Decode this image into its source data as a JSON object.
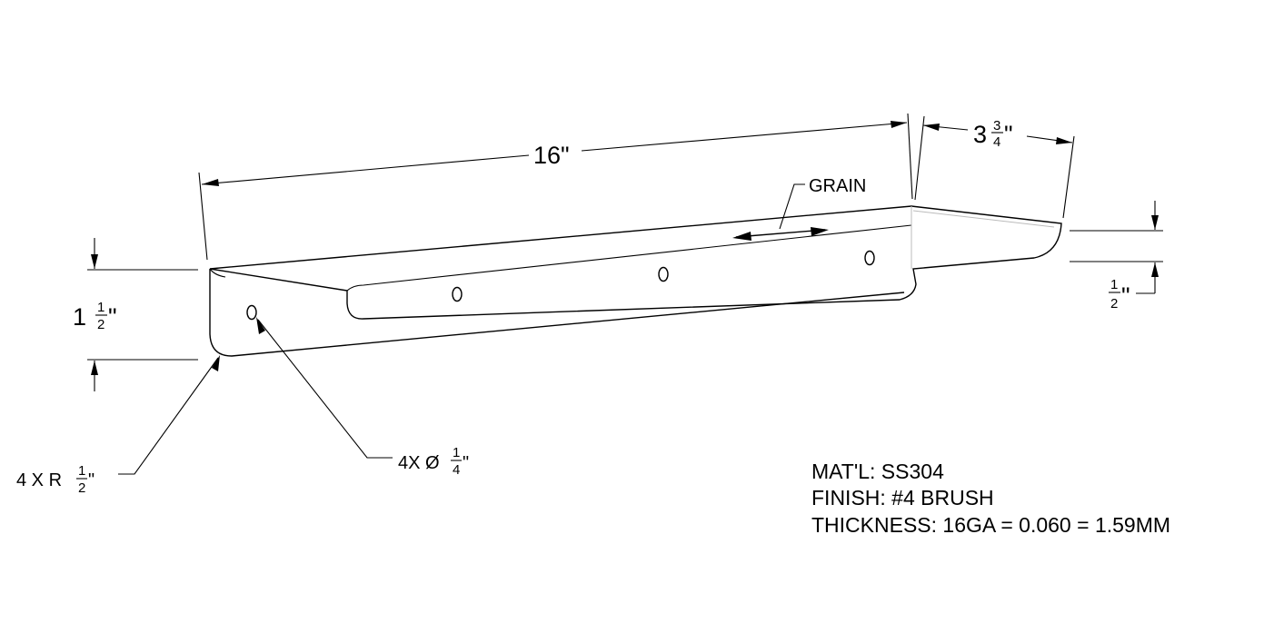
{
  "dimensions": {
    "length": {
      "whole": "16",
      "unit": "\""
    },
    "depth": {
      "whole": "3",
      "num": "3",
      "den": "4",
      "unit": "\""
    },
    "height": {
      "whole": "1",
      "num": "1",
      "den": "2",
      "unit": "\""
    },
    "lip": {
      "num": "1",
      "den": "2",
      "unit": "\""
    }
  },
  "callouts": {
    "grain": "GRAIN",
    "radius": {
      "prefix": "4 X R ",
      "num": "1",
      "den": "2",
      "unit": "\""
    },
    "hole": {
      "prefix": "4X Ø",
      "num": "1",
      "den": "4",
      "unit": "\""
    }
  },
  "notes": {
    "material": "MAT'L: SS304",
    "finish": "FINISH: #4 BRUSH",
    "thickness": "THICKNESS: 16GA = 0.060 = 1.59MM"
  }
}
